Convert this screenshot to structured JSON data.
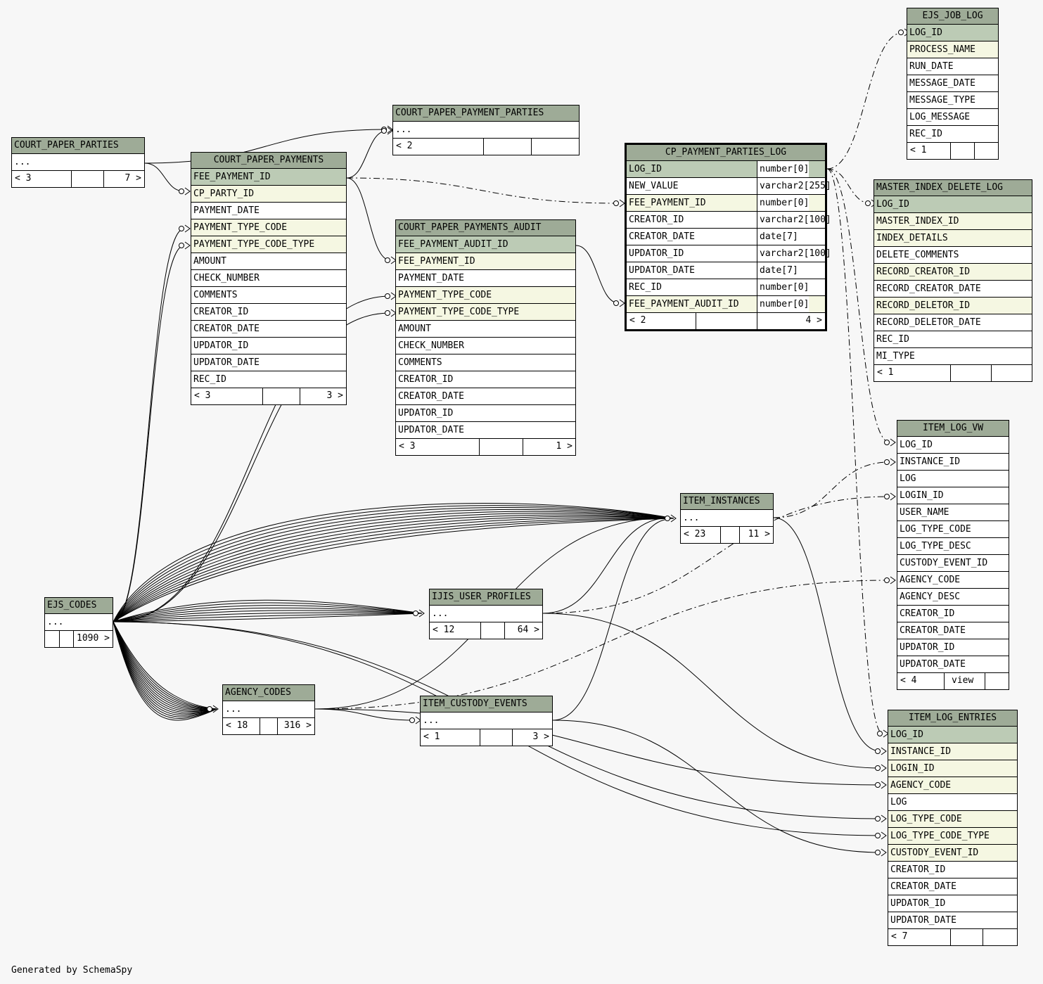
{
  "credit": "Generated by SchemaSpy",
  "colors": {
    "header": "#9eab97",
    "pk": "#bccbb5",
    "fk": "#f5f7e2",
    "background": "#f7f7f7"
  },
  "tables": {
    "court_paper_parties": {
      "name": "COURT_PAPER_PARTIES",
      "rows": [
        "..."
      ],
      "foot": [
        "< 3",
        "",
        "7 >"
      ]
    },
    "court_paper_payments": {
      "name": "COURT_PAPER_PAYMENTS",
      "rows": [
        "FEE_PAYMENT_ID",
        "CP_PARTY_ID",
        "PAYMENT_DATE",
        "PAYMENT_TYPE_CODE",
        "PAYMENT_TYPE_CODE_TYPE",
        "AMOUNT",
        "CHECK_NUMBER",
        "COMMENTS",
        "CREATOR_ID",
        "CREATOR_DATE",
        "UPDATOR_ID",
        "UPDATOR_DATE",
        "REC_ID"
      ],
      "foot": [
        "< 3",
        "",
        "3 >"
      ]
    },
    "court_paper_payment_parties": {
      "name": "COURT_PAPER_PAYMENT_PARTIES",
      "rows": [
        "..."
      ],
      "foot": [
        "< 2",
        "",
        ""
      ]
    },
    "court_paper_payments_audit": {
      "name": "COURT_PAPER_PAYMENTS_AUDIT",
      "rows": [
        "FEE_PAYMENT_AUDIT_ID",
        "FEE_PAYMENT_ID",
        "PAYMENT_DATE",
        "PAYMENT_TYPE_CODE",
        "PAYMENT_TYPE_CODE_TYPE",
        "AMOUNT",
        "CHECK_NUMBER",
        "COMMENTS",
        "CREATOR_ID",
        "CREATOR_DATE",
        "UPDATOR_ID",
        "UPDATOR_DATE"
      ],
      "foot": [
        "< 3",
        "",
        "1 >"
      ]
    },
    "cp_payment_parties_log": {
      "name": "CP_PAYMENT_PARTIES_LOG",
      "rows": [
        "LOG_ID",
        "NEW_VALUE",
        "FEE_PAYMENT_ID",
        "CREATOR_ID",
        "CREATOR_DATE",
        "UPDATOR_ID",
        "UPDATOR_DATE",
        "REC_ID",
        "FEE_PAYMENT_AUDIT_ID"
      ],
      "types": [
        "number[0]",
        "varchar2[255]",
        "number[0]",
        "varchar2[100]",
        "date[7]",
        "varchar2[100]",
        "date[7]",
        "number[0]",
        "number[0]"
      ],
      "foot": [
        "< 2",
        "",
        "4 >"
      ]
    },
    "ejs_job_log": {
      "name": "EJS_JOB_LOG",
      "rows": [
        "LOG_ID",
        "PROCESS_NAME",
        "RUN_DATE",
        "MESSAGE_DATE",
        "MESSAGE_TYPE",
        "LOG_MESSAGE",
        "REC_ID"
      ],
      "foot": [
        "< 1",
        "",
        ""
      ]
    },
    "master_index_delete_log": {
      "name": "MASTER_INDEX_DELETE_LOG",
      "rows": [
        "LOG_ID",
        "MASTER_INDEX_ID",
        "INDEX_DETAILS",
        "DELETE_COMMENTS",
        "RECORD_CREATOR_ID",
        "RECORD_CREATOR_DATE",
        "RECORD_DELETOR_ID",
        "RECORD_DELETOR_DATE",
        "REC_ID",
        "MI_TYPE"
      ],
      "foot": [
        "< 1",
        "",
        ""
      ]
    },
    "item_log_vw": {
      "name": "ITEM_LOG_VW",
      "rows": [
        "LOG_ID",
        "INSTANCE_ID",
        "LOG",
        "LOGIN_ID",
        "USER_NAME",
        "LOG_TYPE_CODE",
        "LOG_TYPE_DESC",
        "CUSTODY_EVENT_ID",
        "AGENCY_CODE",
        "AGENCY_DESC",
        "CREATOR_ID",
        "CREATOR_DATE",
        "UPDATOR_ID",
        "UPDATOR_DATE"
      ],
      "foot": [
        "< 4",
        "view",
        ""
      ]
    },
    "item_instances": {
      "name": "ITEM_INSTANCES",
      "rows": [
        "..."
      ],
      "foot": [
        "< 23",
        "",
        "11 >"
      ]
    },
    "ijis_user_profiles": {
      "name": "IJIS_USER_PROFILES",
      "rows": [
        "..."
      ],
      "foot": [
        "< 12",
        "",
        "64 >"
      ]
    },
    "ejs_codes": {
      "name": "EJS_CODES",
      "rows": [
        "..."
      ],
      "foot": [
        "",
        "",
        "1090 >"
      ]
    },
    "agency_codes": {
      "name": "AGENCY_CODES",
      "rows": [
        "..."
      ],
      "foot": [
        "< 18",
        "",
        "316 >"
      ]
    },
    "item_custody_events": {
      "name": "ITEM_CUSTODY_EVENTS",
      "rows": [
        "..."
      ],
      "foot": [
        "< 1",
        "",
        "3 >"
      ]
    },
    "item_log_entries": {
      "name": "ITEM_LOG_ENTRIES",
      "rows": [
        "LOG_ID",
        "INSTANCE_ID",
        "LOGIN_ID",
        "AGENCY_CODE",
        "LOG",
        "LOG_TYPE_CODE",
        "LOG_TYPE_CODE_TYPE",
        "CUSTODY_EVENT_ID",
        "CREATOR_ID",
        "CREATOR_DATE",
        "UPDATOR_ID",
        "UPDATOR_DATE"
      ],
      "foot": [
        "< 7",
        "",
        ""
      ]
    }
  }
}
